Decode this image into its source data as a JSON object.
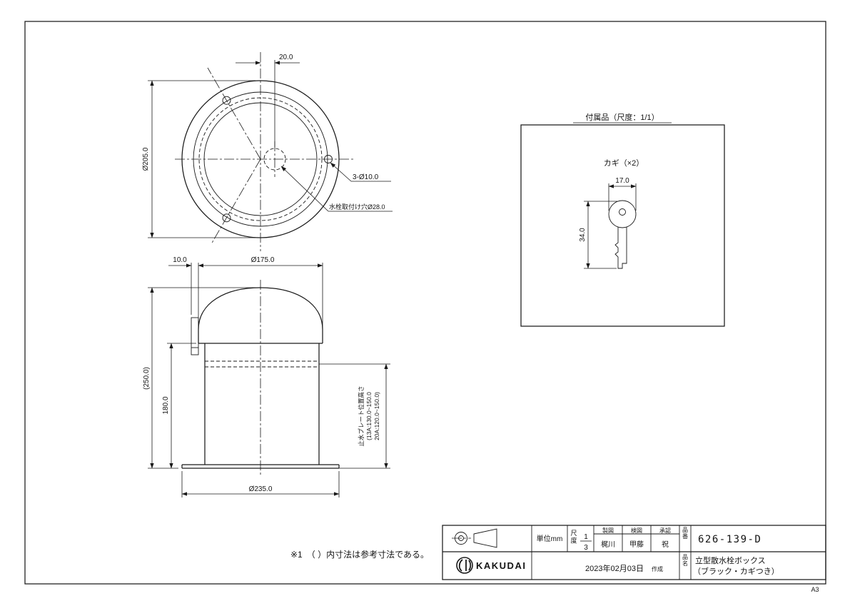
{
  "sheet": {
    "size_label": "A3"
  },
  "top_view": {
    "dim_offset": "20.0",
    "dim_outer_dia": "Ø205.0",
    "label_bolt_holes": "3-Ø10.0",
    "label_faucet_hole": "水栓取付け穴Ø28.0"
  },
  "front_view": {
    "dim_tab": "10.0",
    "dim_cap_dia": "Ø175.0",
    "dim_total_height": "(250.0)",
    "dim_body_height": "180.0",
    "dim_base_dia": "Ø235.0",
    "plate_note_title": "止水プレート位置高さ",
    "plate_note_13a": "(13A:130.0~150.0",
    "plate_note_20a": "20A:120.0~150.0)"
  },
  "accessory_panel": {
    "title": "付属品（尺度：1/1）",
    "item_label": "カギ（×2）",
    "dim_key_width": "17.0",
    "dim_key_length": "34.0"
  },
  "note": "※1　（ ）内寸法は参考寸法である。",
  "title_block": {
    "unit": "単位mm",
    "scale_label": "尺度",
    "scale_numerator": "1",
    "scale_denominator": "3",
    "header_drafted": "製図",
    "header_checked": "検図",
    "header_approved": "承認",
    "drafted_by": "梶川",
    "checked_by": "甲藤",
    "approved_by": "祝",
    "brand": "KAKUDAI",
    "date": "2023年02月03日",
    "date_suffix": "作成",
    "part_no_label": "品番",
    "part_no": "626-139-D",
    "part_name_label": "品名",
    "part_name_line1": "立型散水栓ボックス",
    "part_name_line2": "（ブラック・カギつき）"
  }
}
